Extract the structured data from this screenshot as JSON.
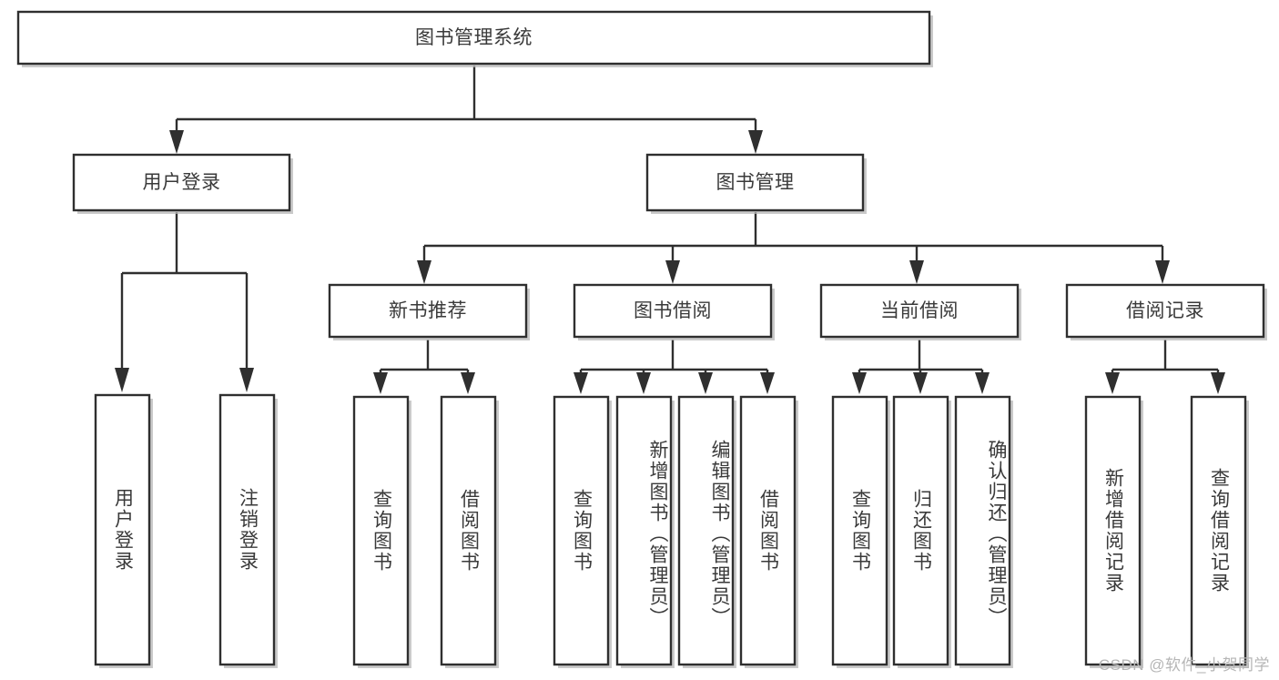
{
  "diagram": {
    "title": "图书管理系统",
    "type": "hierarchy-tree",
    "watermark": "CSDN @软件_小贺同学",
    "colors": {
      "box_stroke": "#2f2f2f",
      "box_fill": "#ffffff",
      "text": "#3a3a3a",
      "shadow": "#b8b8b8",
      "watermark": "#b6b6b6",
      "background": "#ffffff"
    },
    "nodes": {
      "root": {
        "label": "图书管理系统",
        "orientation": "horizontal"
      },
      "level2": [
        {
          "label": "用户登录",
          "orientation": "horizontal"
        },
        {
          "label": "图书管理",
          "orientation": "horizontal"
        }
      ],
      "level3": [
        {
          "label": "新书推荐",
          "orientation": "horizontal"
        },
        {
          "label": "图书借阅",
          "orientation": "horizontal"
        },
        {
          "label": "当前借阅",
          "orientation": "horizontal"
        },
        {
          "label": "借阅记录",
          "orientation": "horizontal"
        }
      ],
      "leaves_user_login": [
        {
          "label": "用户登录",
          "orientation": "vertical"
        },
        {
          "label": "注销登录",
          "orientation": "vertical"
        }
      ],
      "leaves_new_book": [
        {
          "label": "查询图书",
          "orientation": "vertical"
        },
        {
          "label": "借阅图书",
          "orientation": "vertical"
        }
      ],
      "leaves_borrow": [
        {
          "label": "查询图书",
          "orientation": "vertical"
        },
        {
          "label": "新增图书（管理员）",
          "orientation": "vertical"
        },
        {
          "label": "编辑图书（管理员）",
          "orientation": "vertical"
        },
        {
          "label": "借阅图书",
          "orientation": "vertical"
        }
      ],
      "leaves_current": [
        {
          "label": "查询图书",
          "orientation": "vertical"
        },
        {
          "label": "归还图书",
          "orientation": "vertical"
        },
        {
          "label": "确认归还（管理员）",
          "orientation": "vertical"
        }
      ],
      "leaves_records": [
        {
          "label": "新增借阅记录",
          "orientation": "vertical"
        },
        {
          "label": "查询借阅记录",
          "orientation": "vertical"
        }
      ]
    }
  }
}
